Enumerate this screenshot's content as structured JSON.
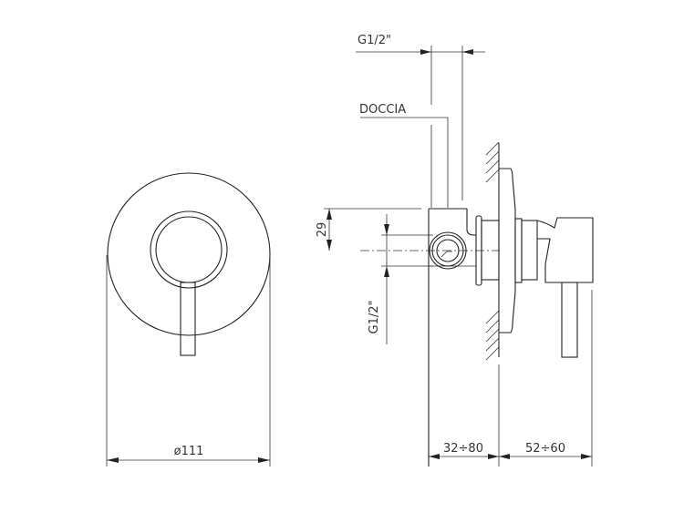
{
  "labels": {
    "diameter": "ø111",
    "thread_top": "G1/2\"",
    "shower_outlet": "DOCCIA",
    "height_offset": "29",
    "thread_side": "G1/2\"",
    "wall_depth": "32÷80",
    "projection": "52÷60"
  },
  "colors": {
    "line": "#222222",
    "background": "#ffffff"
  }
}
